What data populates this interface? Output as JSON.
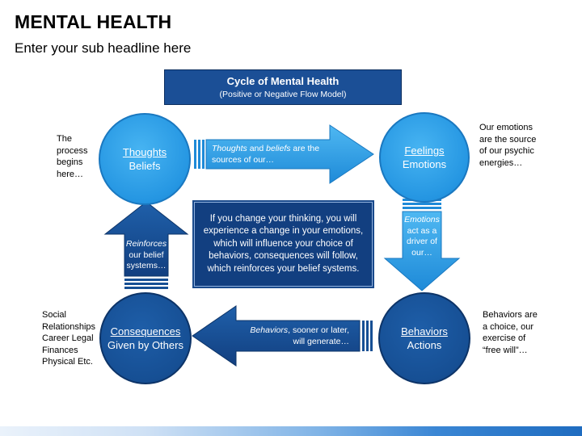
{
  "title": "MENTAL HEALTH",
  "subtitle": "Enter your sub headline here",
  "header": {
    "title": "Cycle of Mental Health",
    "subtitle": "(Positive or Negative Flow Model)"
  },
  "nodes": {
    "thoughts": {
      "line1": "Thoughts",
      "line2": "Beliefs"
    },
    "feelings": {
      "line1": "Feelings",
      "line2": "Emotions"
    },
    "behaviors": {
      "line1": "Behaviors",
      "line2": "Actions"
    },
    "consequences": {
      "line1": "Consequences",
      "line2": "Given by Others"
    }
  },
  "arrows": {
    "top": {
      "italic1": "Thoughts",
      "and": " and ",
      "italic2": "beliefs",
      "rest": " are the",
      "line2": "sources of our…"
    },
    "right": {
      "italic": "Emotions",
      "line2": "act as a",
      "line3": "driver of",
      "line4": "our…"
    },
    "bottom": {
      "italic": "Behaviors",
      "rest": ", sooner or later,",
      "line2": "will generate…"
    },
    "left": {
      "italic": "Reinforces",
      "line2": "our belief",
      "line3": "systems…"
    }
  },
  "center_text": "If you change your thinking, you will experience a change in your emotions, which will influence your choice of behaviors, consequences will follow, which reinforces your belief systems.",
  "notes": {
    "top_left": [
      "The",
      "process",
      "begins",
      "here…"
    ],
    "top_right": [
      "Our emotions",
      "are the source",
      "of our psychic",
      "energies…"
    ],
    "bottom_left": [
      "Social",
      "Relationships",
      "Career Legal",
      "Finances",
      "Physical Etc."
    ],
    "bottom_right": [
      "Behaviors are",
      "a choice, our",
      "exercise of",
      "“free will”…"
    ]
  },
  "colors": {
    "light_blue": "#2596e2",
    "dark_blue": "#164f94",
    "header_blue": "#1b4f96"
  }
}
